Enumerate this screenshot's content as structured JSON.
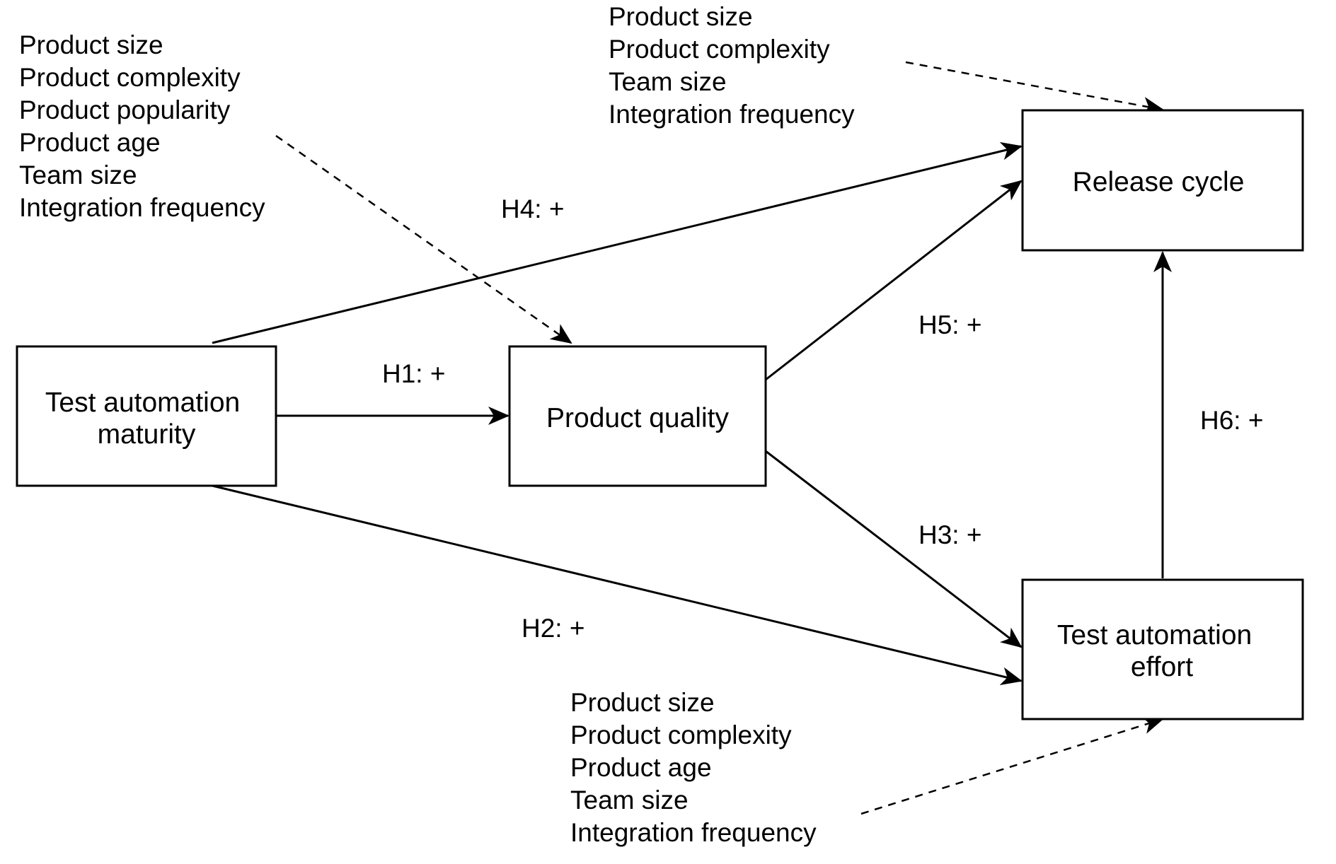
{
  "nodes": {
    "test_automation_maturity": {
      "lines": [
        "Test automation",
        "maturity"
      ]
    },
    "product_quality": {
      "lines": [
        "Product quality"
      ]
    },
    "release_cycle": {
      "lines": [
        "Release cycle"
      ]
    },
    "test_automation_effort": {
      "lines": [
        "Test automation",
        "effort"
      ]
    }
  },
  "hypotheses": {
    "h1": "H1: +",
    "h2": "H2: +",
    "h3": "H3: +",
    "h4": "H4: +",
    "h5": "H5: +",
    "h6": "H6: +"
  },
  "controls": {
    "product_quality": [
      "Product size",
      "Product complexity",
      "Product popularity",
      "Product age",
      "Team size",
      "Integration frequency"
    ],
    "release_cycle": [
      "Product size",
      "Product complexity",
      "Team size",
      "Integration frequency"
    ],
    "test_automation_effort": [
      "Product size",
      "Product complexity",
      "Product age",
      "Team size",
      "Integration frequency"
    ]
  },
  "colors": {
    "stroke": "#000000",
    "background": "#ffffff"
  }
}
